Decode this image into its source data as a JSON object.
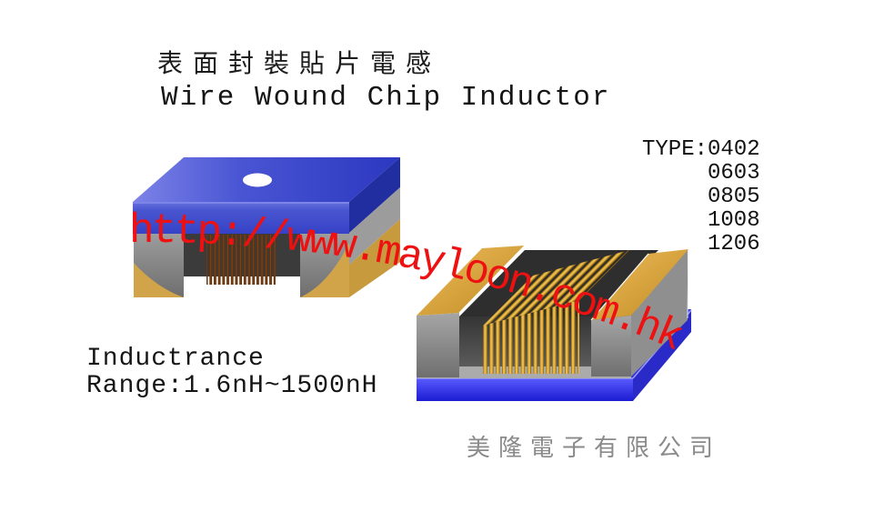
{
  "header": {
    "title_zh": "表面封裝貼片電感",
    "title_en": "Wire Wound Chip Inductor"
  },
  "type_list": {
    "label": "TYPE:",
    "values": [
      "0402",
      "0603",
      "0805",
      "1008",
      "1206"
    ]
  },
  "inductance": {
    "line1": "Inductrance",
    "line2": "Range:1.6nH~1500nH"
  },
  "watermark": {
    "text": "http://www.mayloon.com.hk",
    "color": "#ee1111"
  },
  "company": {
    "name": "美隆電子有限公司"
  },
  "colors": {
    "chip_body_blue": "#3d49c9",
    "base_plate_blue": "#2525e0",
    "terminal_gold": "#d2a449",
    "coil_copper_dark": "#5e2f0d",
    "coil_gold": "#e3b84e",
    "body_gray": "#8e8e8e",
    "watermark_red": "#ee1111",
    "company_text_gray": "#8a8a8a"
  }
}
